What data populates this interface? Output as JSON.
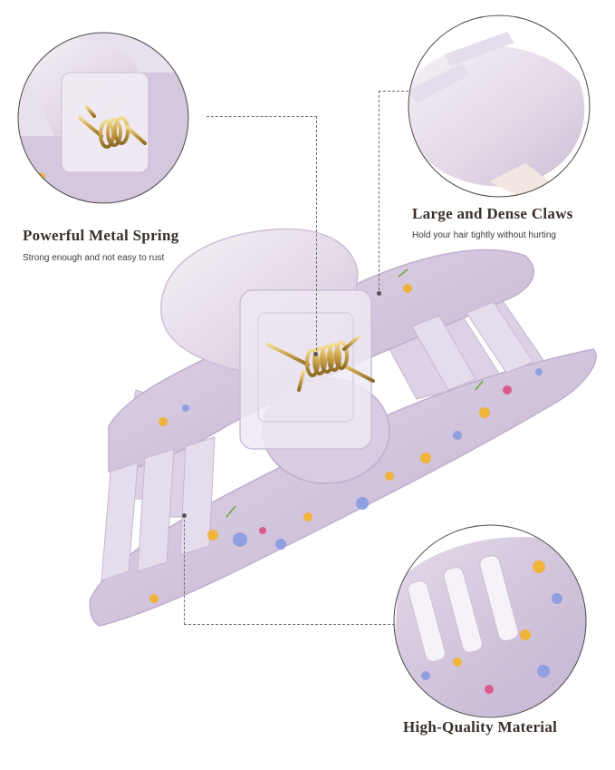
{
  "features": {
    "spring": {
      "title": "Powerful Metal Spring",
      "subtitle": "Strong enough and not easy to rust",
      "icon": "metal-spring-closeup"
    },
    "claws": {
      "title": "Large and Dense Claws",
      "subtitle": "Hold your hair tightly without hurting",
      "icon": "claw-teeth-closeup"
    },
    "material": {
      "title": "High-Quality Material",
      "subtitle": "",
      "icon": "floral-acetate-closeup"
    }
  },
  "colors": {
    "acetate": "#d8cde0",
    "acetate_dark": "#b8a8c6",
    "pearl": "#f3eff4",
    "spring_gold": "#c9a24a",
    "clip_clear": "#e9e3ee",
    "flower_blue": "#8f9fe0",
    "flower_yellow": "#f0b43a",
    "flower_pink": "#d95d8c",
    "leaf_green": "#7fae5a",
    "connector": "#6e6e6e"
  }
}
